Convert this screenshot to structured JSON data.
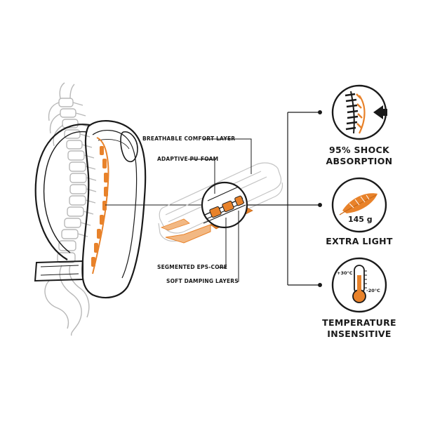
{
  "colors": {
    "accent": "#e8822a",
    "accent_light": "#f2b883",
    "line": "#1a1a1a",
    "bone": "#b8b8b8"
  },
  "layer_labels": {
    "breathable": "BREATHABLE COMFORT LAYER",
    "pu_foam": "ADAPTIVE PU-FOAM",
    "eps_core": "SEGMENTED EPS-CORE",
    "damping": "SOFT DAMPING LAYERS"
  },
  "features": [
    {
      "icon": "spine-shock-icon",
      "line1": "95% SHOCK",
      "line2": "ABSORPTION"
    },
    {
      "icon": "feather-icon",
      "weight": "145 g",
      "line1": "EXTRA LIGHT",
      "line2": ""
    },
    {
      "icon": "thermometer-icon",
      "temp_high": "+30°C",
      "temp_low": "-20°C",
      "line1": "TEMPERATURE",
      "line2": "INSENSITIVE"
    }
  ]
}
